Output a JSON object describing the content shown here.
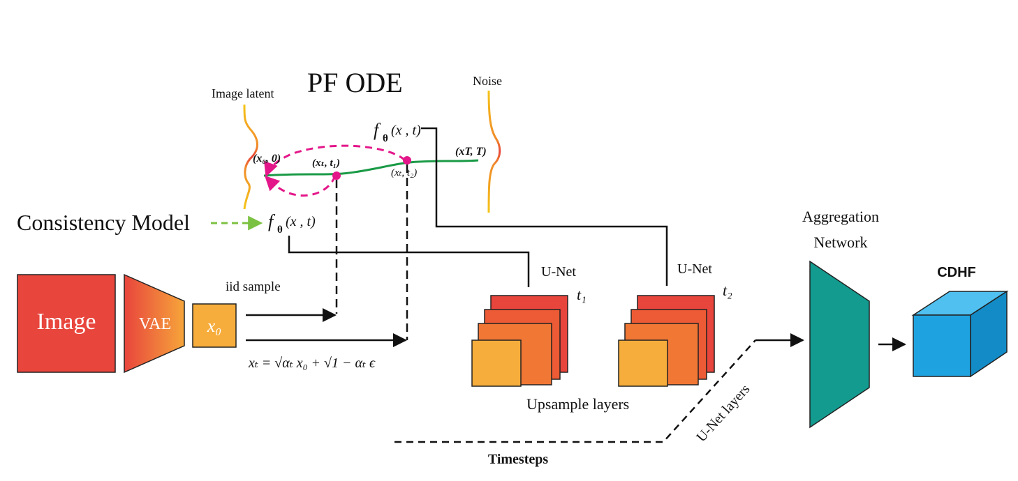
{
  "title": "PF ODE",
  "labels": {
    "image_latent": "Image latent",
    "noise": "Noise",
    "consistency_model": "Consistency Model",
    "f_top": "f",
    "f_top_sub": "θ",
    "f_top_args": "(x , t)",
    "f_bottom": "f",
    "f_bottom_sub": "θ",
    "f_bottom_args": "(x , t)",
    "point_x0": "(x₀, 0)",
    "point_t1": "(xₜ, t₁)",
    "point_t2": "(xₜ, t₂)",
    "point_T": "(xT, T)",
    "iid_sample": "iid sample",
    "image": "Image",
    "vae": "VAE",
    "x0": "x₀",
    "equation": "xₜ = √αₜ x₀ + √1 − αₜ ϵ",
    "unet_1": "U-Net",
    "unet_2": "U-Net",
    "t1": "t₁",
    "t2": "t₂",
    "upsample_layers": "Upsample layers",
    "aggregation_network_line1": "Aggregation",
    "aggregation_network_line2": "Network",
    "cdhf": "CDHF",
    "unet_layers": "U-Net layers",
    "timesteps": "Timesteps"
  },
  "colors": {
    "image_block": "#e8453c",
    "vae_gradient_start": "#e8453c",
    "vae_gradient_end": "#f6a53b",
    "x0_block": "#f6ad3c",
    "trajectory": "#1a9a46",
    "dashed_loop": "#e4178a",
    "consistency_arrow": "#7cc242",
    "distribution_curve": "#f5c518",
    "distribution_peak": "#e8453c",
    "aggregation": "#139b8f",
    "cube_front": "#1fa3e0",
    "cube_top": "#4fc0f0",
    "cube_side": "#138bc6"
  }
}
